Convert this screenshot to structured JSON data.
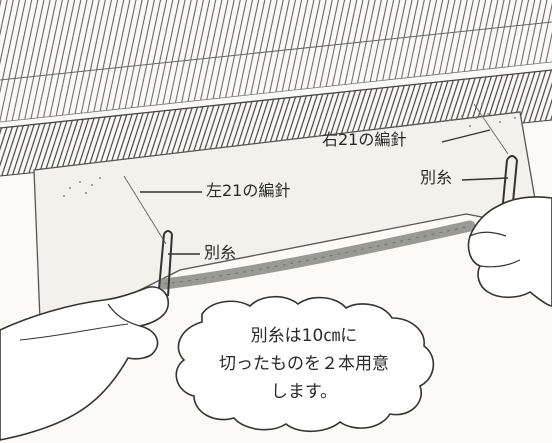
{
  "illustration": {
    "callouts": {
      "right_needle": "右21の編針",
      "left_needle": "左21の編針",
      "right_waste_yarn": "別糸",
      "left_waste_yarn": "別糸"
    },
    "note_bubble": {
      "line1": "別糸は10㎝に",
      "line2": "切ったものを２本用意",
      "line3": "します。"
    }
  }
}
